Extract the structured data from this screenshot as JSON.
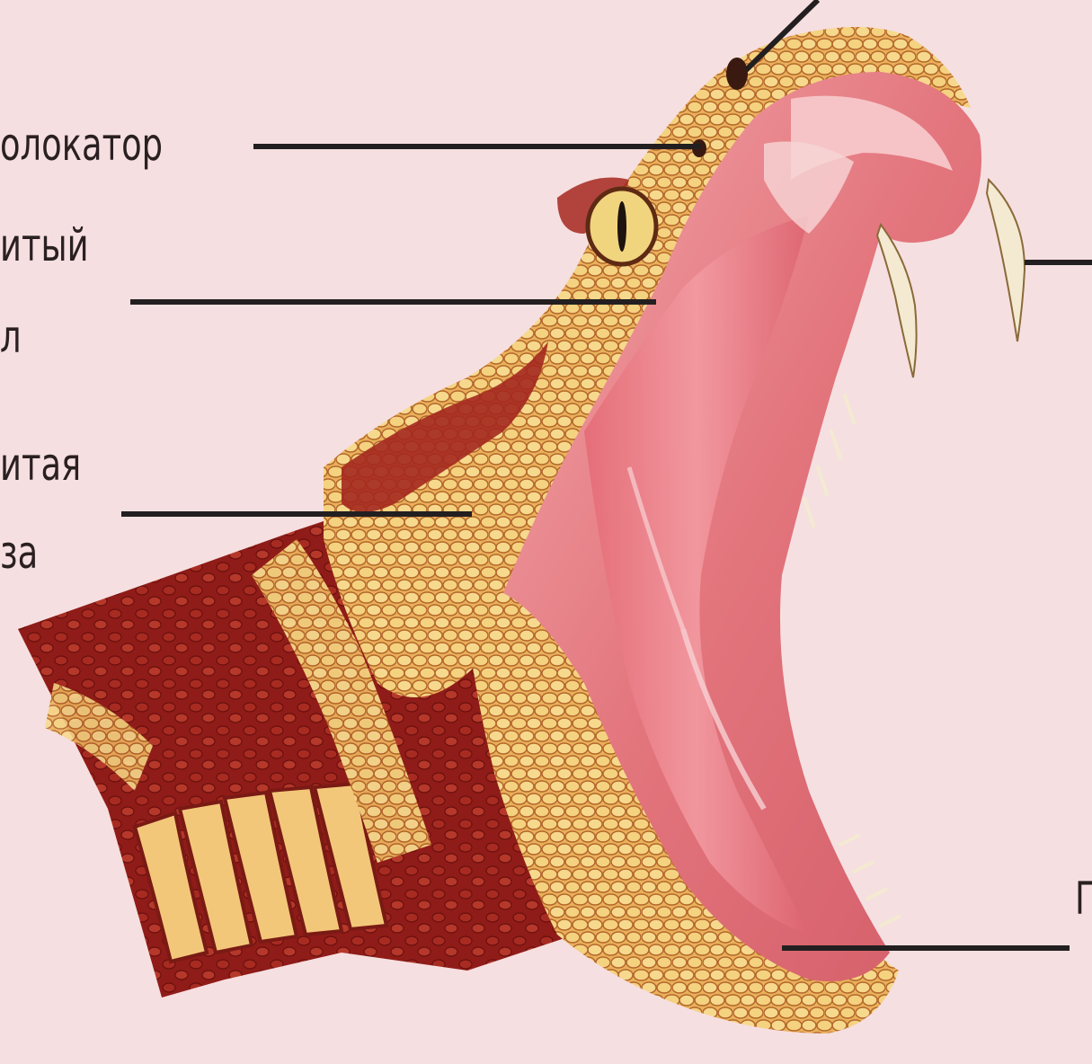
{
  "labels": {
    "heat_locator": "олокатор",
    "eye_line1": "итый",
    "eye_line2": "л",
    "venom_gland_line1": "итая",
    "venom_gland_line2": "за",
    "mouth_fragment": "Г"
  },
  "colors": {
    "background": "#f6dfe0",
    "leader_line": "#231f20",
    "scale_dark": "#8b1a17",
    "scale_mid": "#b8442c",
    "scale_light": "#f1cf86",
    "mouth_inner": "#e8868d",
    "mouth_light": "#f4b7b9",
    "fang": "#f4ead2"
  },
  "icons": [
    "viper-head-illustration"
  ]
}
